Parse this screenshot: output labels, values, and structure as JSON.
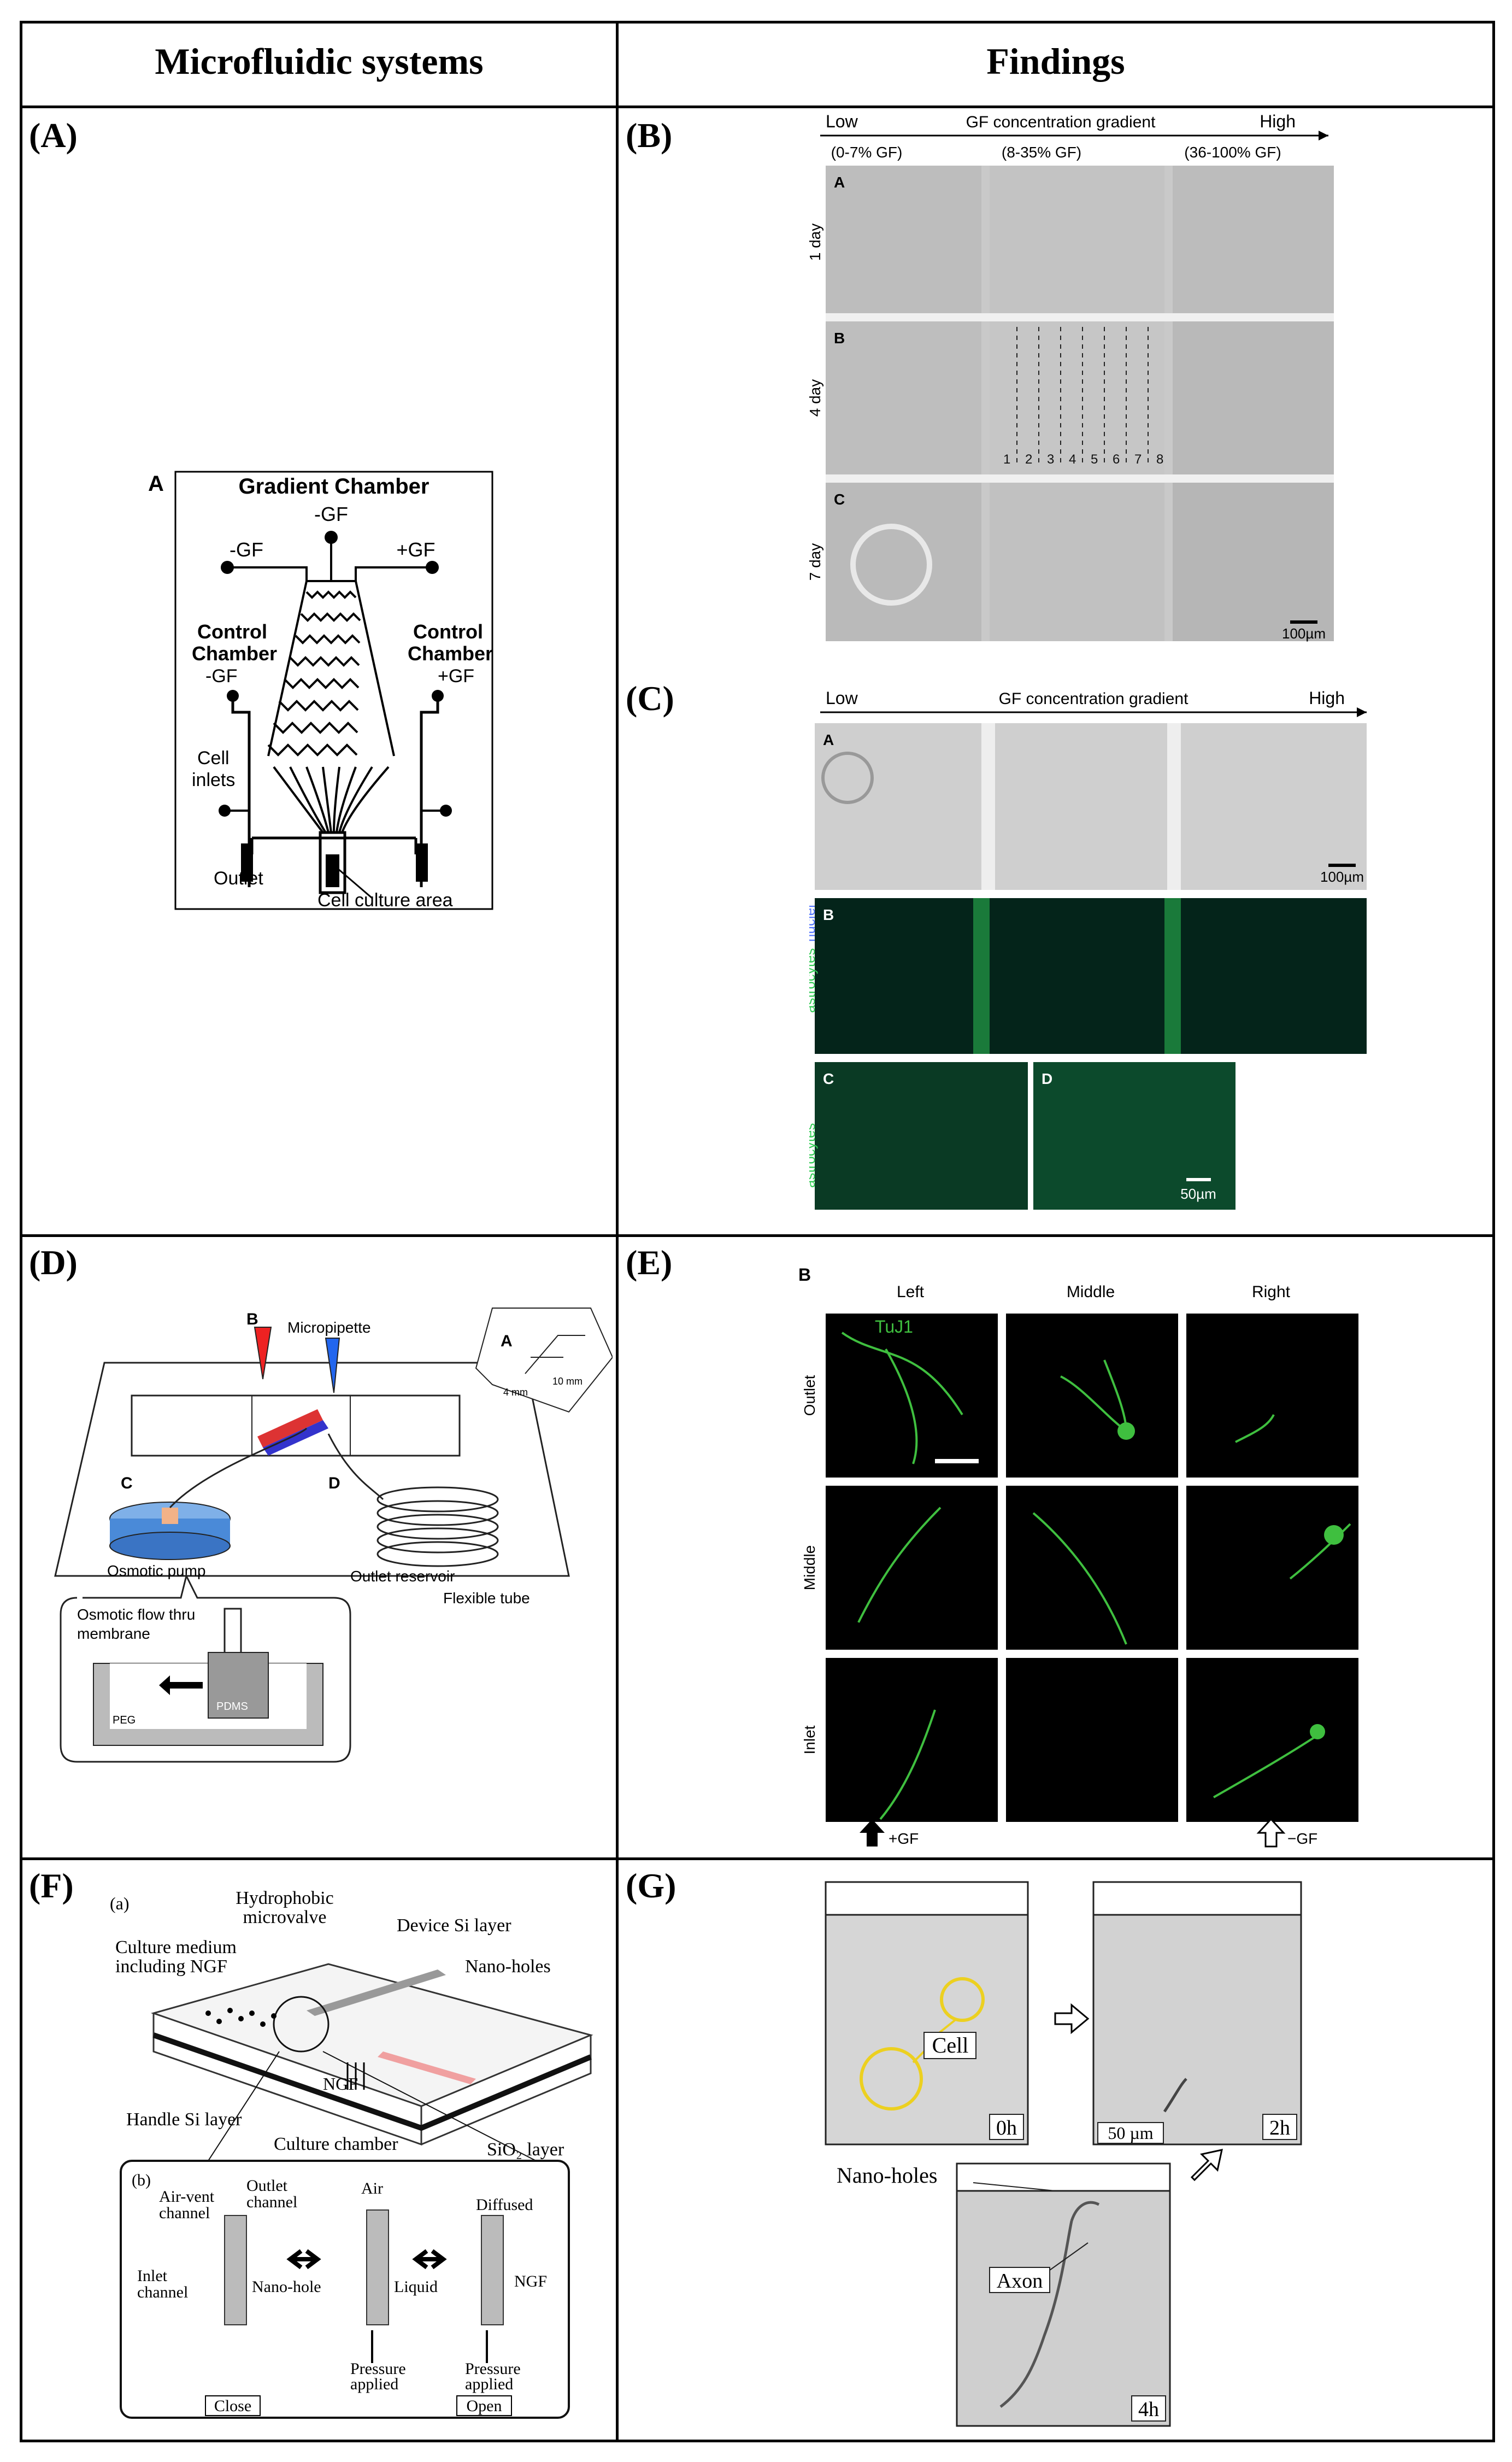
{
  "headers": {
    "left": "Microfluidic systems",
    "right": "Findings"
  },
  "panels": {
    "A": "(A)",
    "B": "(B)",
    "C": "(C)",
    "D": "(D)",
    "E": "(E)",
    "F": "(F)",
    "G": "(G)"
  },
  "panelA": {
    "letter": "A",
    "title": "Gradient Chamber",
    "minus_gf_top": "-GF",
    "minus_gf_left": "-GF",
    "plus_gf": "+GF",
    "control_left_1": "Control",
    "control_left_2": "Chamber",
    "control_left_gf": "-GF",
    "control_right_1": "Control",
    "control_right_2": "Chamber",
    "control_right_gf": "+GF",
    "cell_1": "Cell",
    "cell_2": "inlets",
    "outlet": "Outlet",
    "culture": "Cell culture area"
  },
  "panelB": {
    "low": "Low",
    "gradient": "GF concentration gradient",
    "high": "High",
    "col1": "(0-7% GF)",
    "col2": "(8-35% GF)",
    "col3": "(36-100% GF)",
    "rowA": "A",
    "rowB": "B",
    "rowC": "C",
    "day1": "1 day",
    "day4": "4 day",
    "day7": "7 day",
    "lanes": [
      "1",
      "2",
      "3",
      "4",
      "5",
      "6",
      "7",
      "8"
    ],
    "scale": "100µm"
  },
  "panelC": {
    "low": "Low",
    "gradient": "GF concentration gradient",
    "high": "High",
    "subA": "A",
    "subB": "B",
    "subC": "C",
    "subD": "D",
    "scaleA": "100µm",
    "scaleD": "50µm",
    "astro": "astrocytes",
    "nuclei": "nuclei"
  },
  "panelD": {
    "b": "B",
    "micropipette": "Micropipette",
    "a": "A",
    "mm4": "4 mm",
    "mm10": "10 mm",
    "c": "C",
    "d": "D",
    "osmotic_pump": "Osmotic pump",
    "outlet_res": "Outlet reservoir",
    "flex": "Flexible tube",
    "flow1": "Osmotic flow thru",
    "flow2": "membrane",
    "peg": "PEG",
    "pdms": "PDMS"
  },
  "panelE": {
    "b": "B",
    "left": "Left",
    "middle": "Middle",
    "right": "Right",
    "tuj": "TuJ1",
    "row_outlet": "Outlet",
    "row_middle": "Middle",
    "row_inlet": "Inlet",
    "plus_gf": "+GF",
    "minus_gf": "−GF"
  },
  "panelF": {
    "a": "(a)",
    "hydro1": "Hydrophobic",
    "hydro2": "microvalve",
    "culture1": "Culture medium",
    "culture2": "including NGF",
    "device": "Device Si layer",
    "nano": "Nano-holes",
    "ngf": "NGF",
    "handle": "Handle Si layer",
    "chamber": "Culture chamber",
    "sio2": "SiO₂ layer",
    "b": "(b)",
    "airvent1": "Air-vent",
    "airvent2": "channel",
    "outlet1": "Outlet",
    "outlet2": "channel",
    "air": "Air",
    "diffused": "Diffused",
    "inlet1": "Inlet",
    "inlet2": "channel",
    "nanohole": "Nano-hole",
    "liquid": "Liquid",
    "ngf2": "NGF",
    "press1a": "Pressure",
    "press1b": "applied",
    "press2a": "Pressure",
    "press2b": "applied",
    "close": "Close",
    "open": "Open"
  },
  "panelG": {
    "cell": "Cell",
    "t0": "0h",
    "t2": "2h",
    "scale": "50 µm",
    "nano": "Nano-holes",
    "axon": "Axon",
    "t4": "4h"
  }
}
